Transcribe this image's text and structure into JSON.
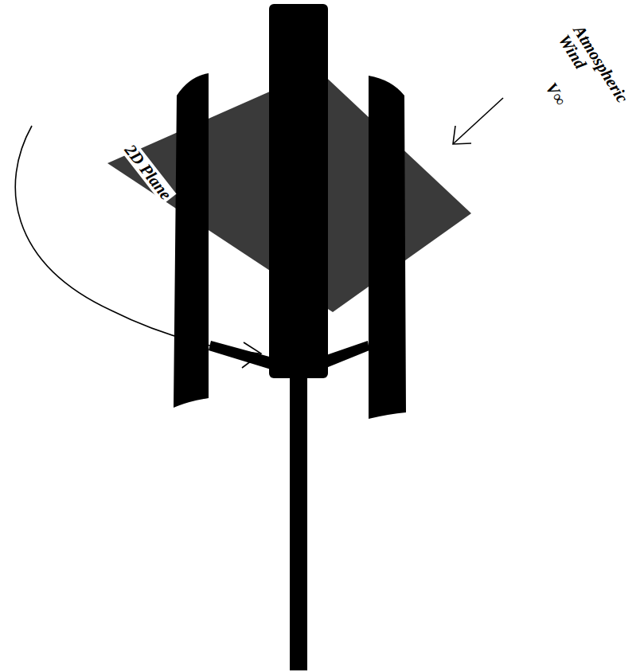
{
  "diagram": {
    "labels": [
      "2D Plane",
      "Atmospheric Wind",
      "V∞"
    ]
  }
}
